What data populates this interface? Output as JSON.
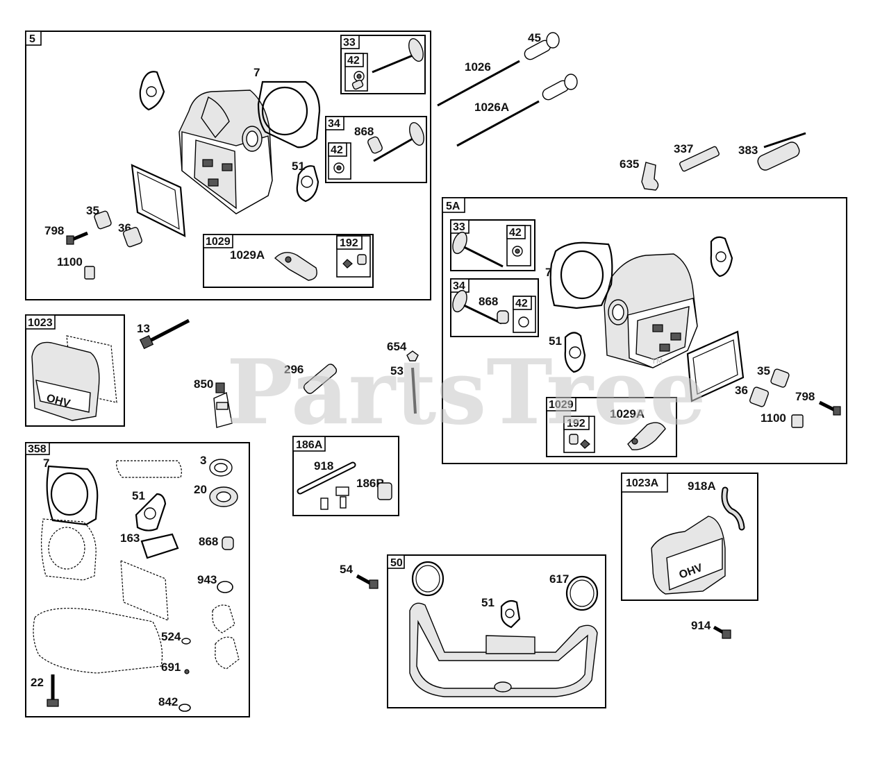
{
  "watermark": "PartsTree",
  "tm_mark": "TM",
  "groups": {
    "g5": "5",
    "g33a": "33",
    "g42a": "42",
    "g34a": "34",
    "g42b": "42",
    "g1029a": "1029",
    "g192a": "192",
    "g5A": "5A",
    "g33b": "33",
    "g42c": "42",
    "g34b": "34",
    "g42d": "42",
    "g1029b": "1029",
    "g192b": "192",
    "g1023": "1023",
    "g358": "358",
    "g186A": "186A",
    "g50": "50",
    "g1023A": "1023A"
  },
  "callouts": {
    "c45": "45",
    "c1026": "1026",
    "c1026A": "1026A",
    "c635": "635",
    "c337": "337",
    "c383": "383",
    "c7a": "7",
    "c868a": "868",
    "c51a": "51",
    "c35a": "35",
    "c798a": "798",
    "c36a": "36",
    "c1100a": "1100",
    "c1029Aa": "1029A",
    "c7b": "7",
    "c868b": "868",
    "c51b": "51",
    "c35b": "35",
    "c36b": "36",
    "c798b": "798",
    "c1100b": "1100",
    "c1029Ab": "1029A",
    "c13": "13",
    "c850": "850",
    "c296": "296",
    "c654": "654",
    "c53": "53",
    "c918": "918",
    "c186B": "186B",
    "c7c": "7",
    "c3": "3",
    "c20": "20",
    "c51c": "51",
    "c163": "163",
    "c868c": "868",
    "c943": "943",
    "c524": "524",
    "c691": "691",
    "c22": "22",
    "c842": "842",
    "c54": "54",
    "c51d": "51",
    "c617": "617",
    "c918A": "918A",
    "c914": "914"
  },
  "decals": {
    "ohv1": "OHV",
    "ohv2": "OHV"
  }
}
